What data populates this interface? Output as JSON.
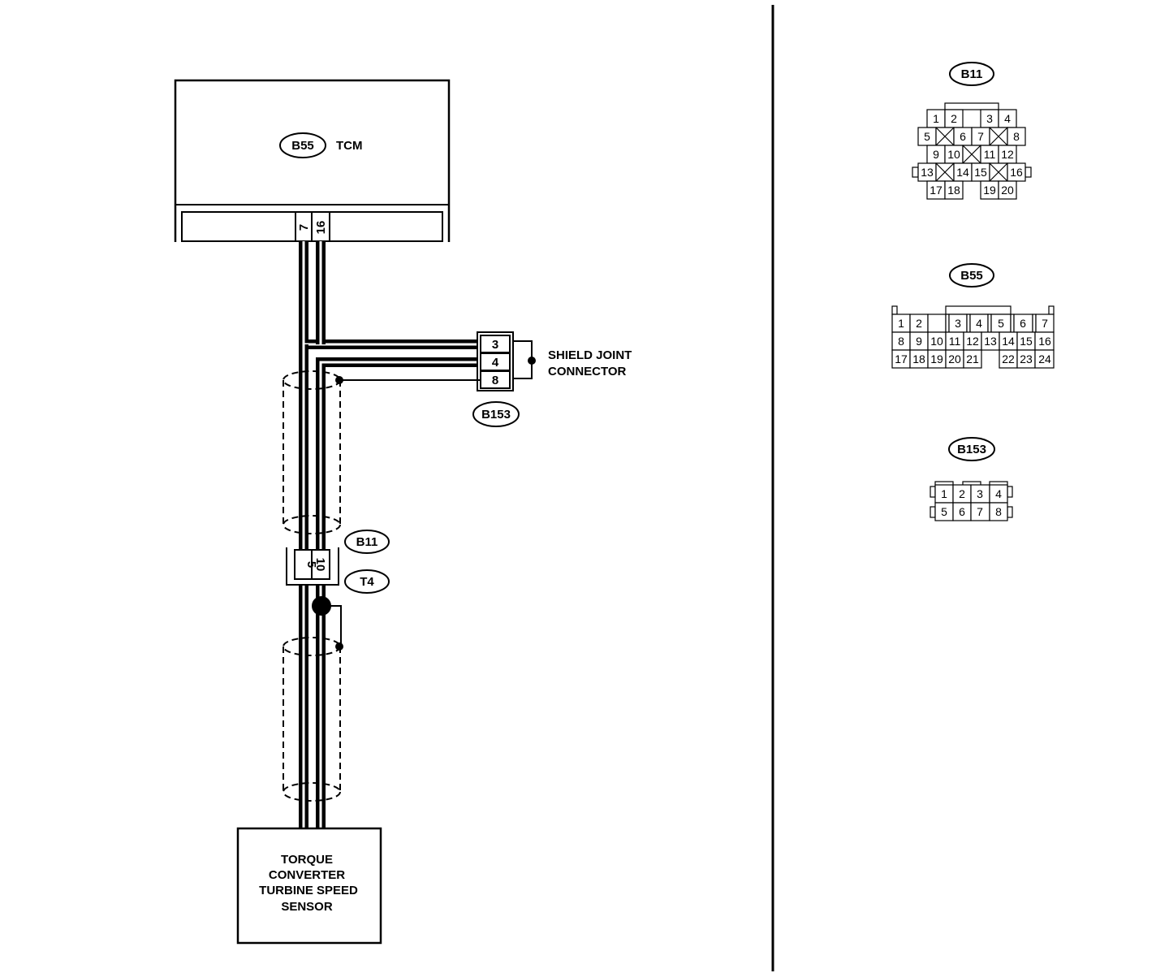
{
  "tcm": {
    "connector_id": "B55",
    "label": "TCM",
    "pins": [
      "7",
      "16"
    ]
  },
  "shield_joint": {
    "connector_id": "B153",
    "label_line1": "SHIELD JOINT",
    "label_line2": "CONNECTOR",
    "pins": [
      "3",
      "4",
      "8"
    ]
  },
  "inline_connector": {
    "id_top": "B11",
    "id_bottom": "T4",
    "pins": [
      "5",
      "10"
    ]
  },
  "sensor": {
    "lines": [
      "TORQUE",
      "CONVERTER",
      "TURBINE SPEED",
      "SENSOR"
    ]
  },
  "connector_views": {
    "b11": {
      "id": "B11",
      "pins": [
        "1",
        "2",
        "3",
        "4",
        "5",
        "6",
        "7",
        "8",
        "9",
        "10",
        "11",
        "12",
        "13",
        "14",
        "15",
        "16",
        "17",
        "18",
        "19",
        "20"
      ]
    },
    "b55": {
      "id": "B55",
      "pins": [
        "1",
        "2",
        "3",
        "4",
        "5",
        "6",
        "7",
        "8",
        "9",
        "10",
        "11",
        "12",
        "13",
        "14",
        "15",
        "16",
        "17",
        "18",
        "19",
        "20",
        "21",
        "22",
        "23",
        "24"
      ]
    },
    "b153": {
      "id": "B153",
      "pins": [
        "1",
        "2",
        "3",
        "4",
        "5",
        "6",
        "7",
        "8"
      ]
    }
  }
}
